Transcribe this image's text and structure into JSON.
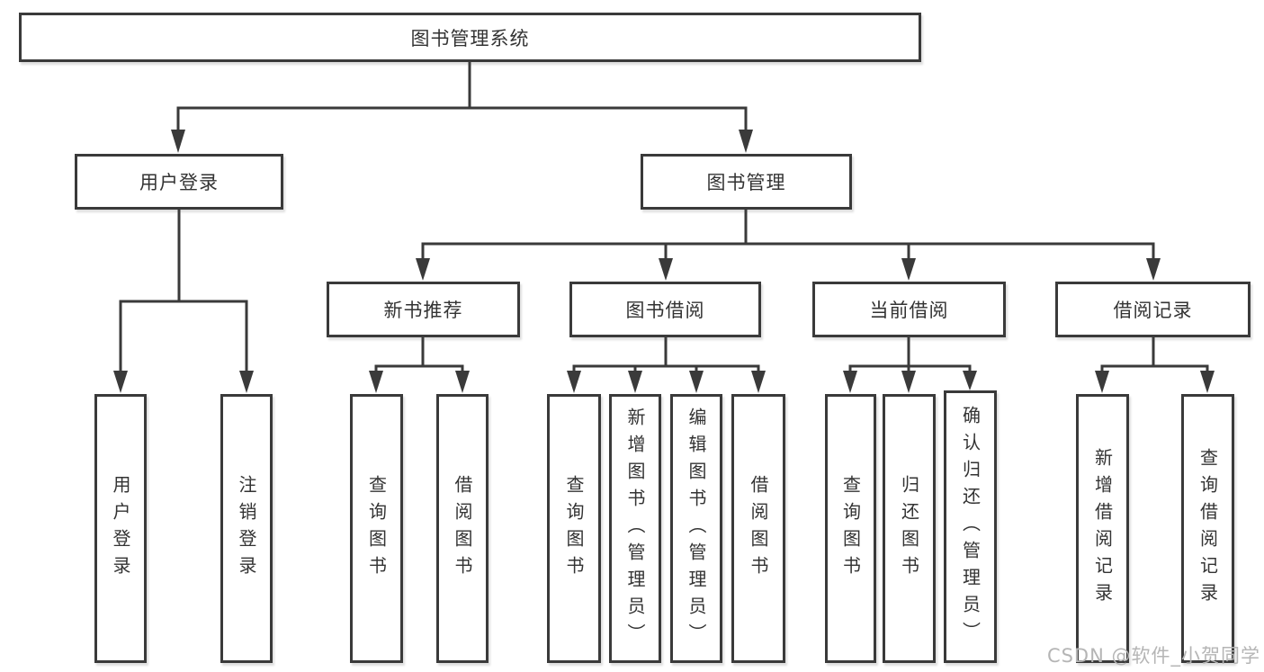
{
  "diagram": {
    "title_hint": "library-management-system-function-structure",
    "root": {
      "label": "图书管理系统"
    },
    "level2": {
      "user_login": {
        "label": "用户登录"
      },
      "book_mgmt": {
        "label": "图书管理"
      }
    },
    "level3": {
      "new_books": {
        "label": "新书推荐"
      },
      "book_borrow": {
        "label": "图书借阅"
      },
      "current_borrow": {
        "label": "当前借阅"
      },
      "borrow_records": {
        "label": "借阅记录"
      }
    },
    "leaves": {
      "user_login": [
        {
          "label": "用户登录"
        },
        {
          "label": "注销登录"
        }
      ],
      "new_books": [
        {
          "label": "查询图书"
        },
        {
          "label": "借阅图书"
        }
      ],
      "book_borrow": [
        {
          "label": "查询图书"
        },
        {
          "label": "新增图书（管理员）"
        },
        {
          "label": "编辑图书（管理员）"
        },
        {
          "label": "借阅图书"
        }
      ],
      "current_borrow": [
        {
          "label": "查询图书"
        },
        {
          "label": "归还图书"
        },
        {
          "label": "确认归还（管理员）"
        }
      ],
      "borrow_records": [
        {
          "label": "新增借阅记录"
        },
        {
          "label": "查询借阅记录"
        }
      ]
    },
    "watermark": "CSDN @软件_小贺同学",
    "colors": {
      "line": "#3a3a3a",
      "box_border": "#3a3a3a",
      "text": "#333333",
      "watermark": "#b5b5b5",
      "background": "#ffffff"
    }
  }
}
